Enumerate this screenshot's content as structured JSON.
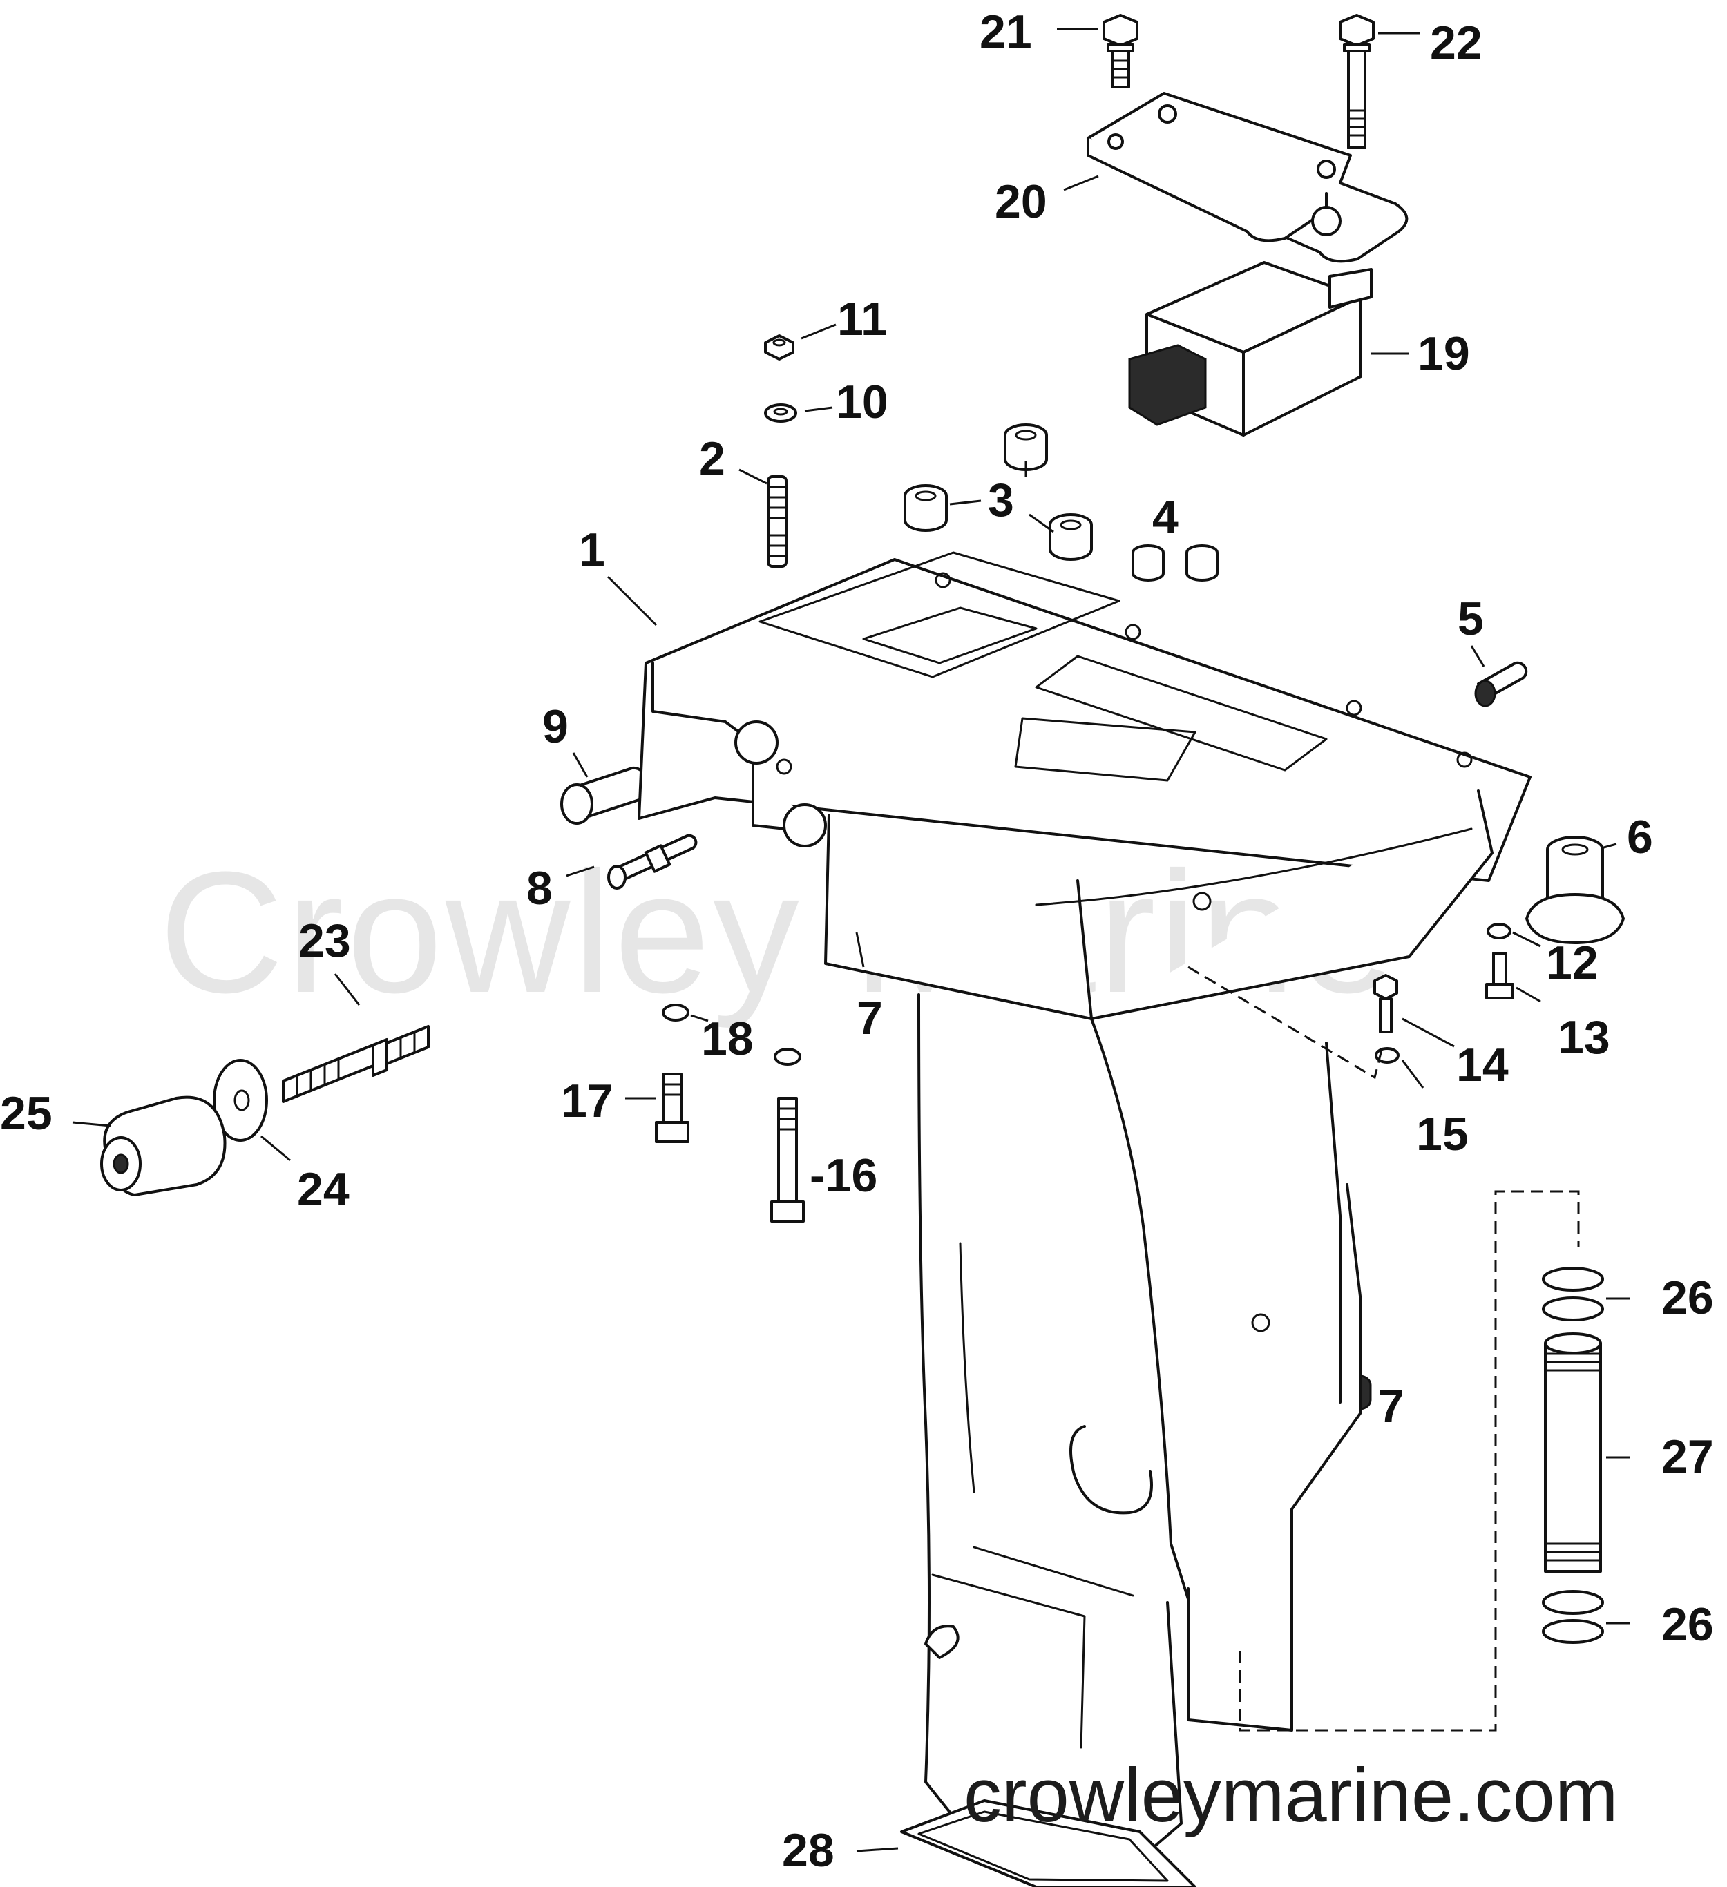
{
  "watermark": {
    "brand": "Crowley Marine",
    "url": "crowleymarine.com"
  },
  "callouts": [
    {
      "id": "c21",
      "label": "21"
    },
    {
      "id": "c22",
      "label": "22"
    },
    {
      "id": "c20",
      "label": "20"
    },
    {
      "id": "c11",
      "label": "11"
    },
    {
      "id": "c19",
      "label": "19"
    },
    {
      "id": "c10",
      "label": "10"
    },
    {
      "id": "c2",
      "label": "2"
    },
    {
      "id": "c3",
      "label": "3"
    },
    {
      "id": "c4",
      "label": "4"
    },
    {
      "id": "c1",
      "label": "1"
    },
    {
      "id": "c5",
      "label": "5"
    },
    {
      "id": "c9",
      "label": "9"
    },
    {
      "id": "c6",
      "label": "6"
    },
    {
      "id": "c8",
      "label": "8"
    },
    {
      "id": "c23",
      "label": "23"
    },
    {
      "id": "c12",
      "label": "12"
    },
    {
      "id": "c7a",
      "label": "7"
    },
    {
      "id": "c13",
      "label": "13"
    },
    {
      "id": "c18",
      "label": "18"
    },
    {
      "id": "c14",
      "label": "14"
    },
    {
      "id": "c17",
      "label": "17"
    },
    {
      "id": "c25",
      "label": "25"
    },
    {
      "id": "c15",
      "label": "15"
    },
    {
      "id": "c16",
      "label": "-16"
    },
    {
      "id": "c24",
      "label": "24"
    },
    {
      "id": "c26a",
      "label": "26"
    },
    {
      "id": "c7b",
      "label": "7"
    },
    {
      "id": "c27",
      "label": "27"
    },
    {
      "id": "c26b",
      "label": "26"
    },
    {
      "id": "c28",
      "label": "28"
    }
  ]
}
